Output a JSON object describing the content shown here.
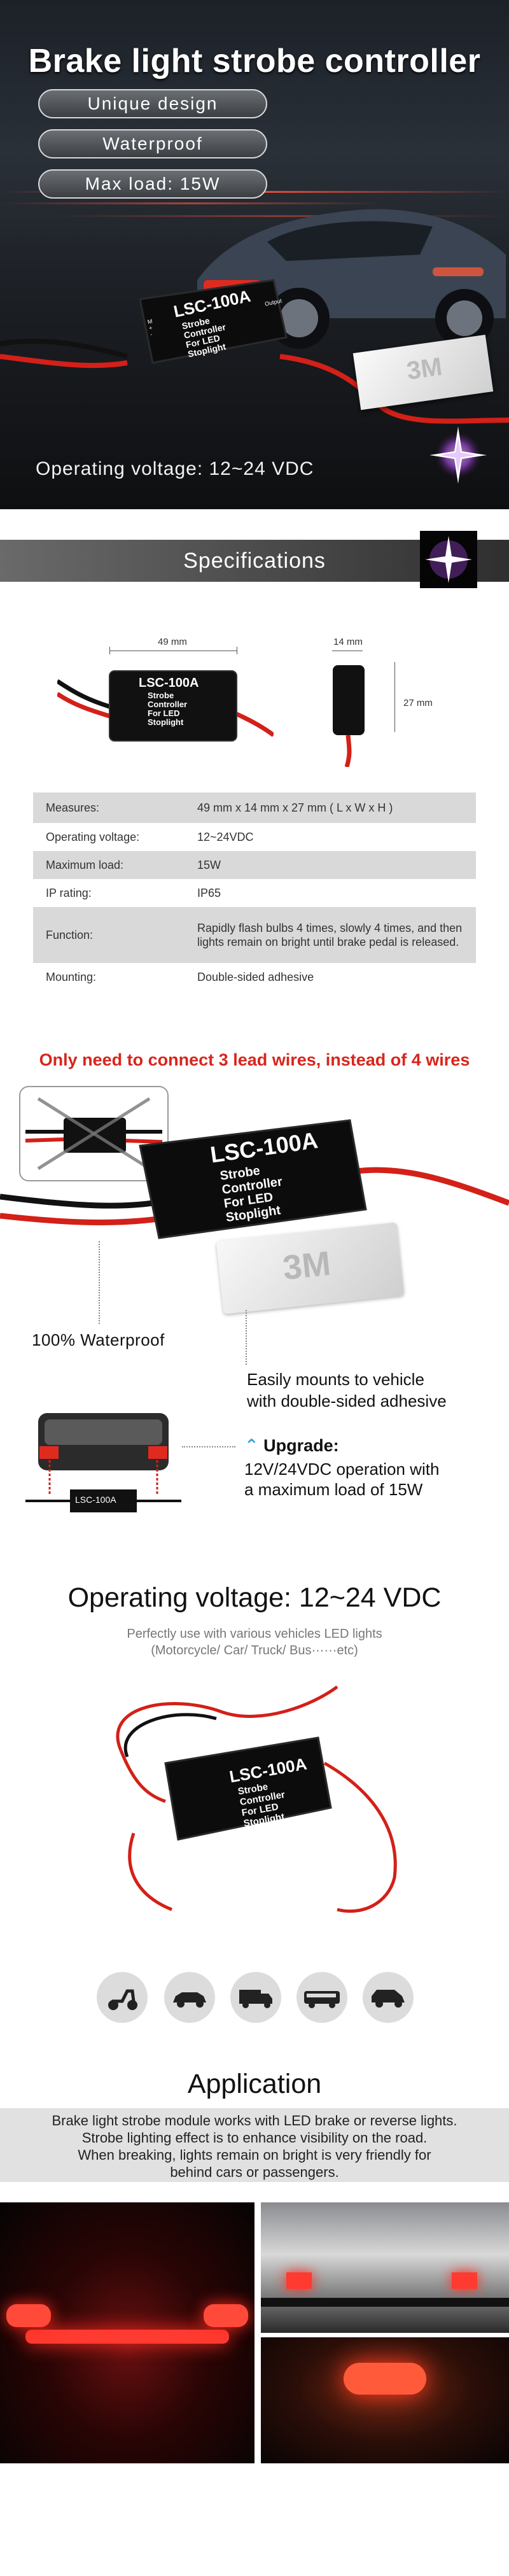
{
  "hero": {
    "title": "Brake light strobe controller",
    "features": [
      "Unique design",
      "Waterproof",
      "Max load: 15W"
    ],
    "voltage": "Operating voltage: 12~24 VDC",
    "module_model": "LSC-100A",
    "module_lines": [
      "Strobe",
      "Controller",
      "For LED",
      "Stoplight"
    ],
    "module_side_text": [
      "M",
      "+",
      "-"
    ],
    "module_right_text": [
      "Output"
    ],
    "sticker_text": "3M"
  },
  "specs": {
    "heading": "Specifications",
    "dim_width": "49 mm",
    "dim_depth": "14 mm",
    "dim_height": "27 mm",
    "rows": [
      {
        "label": "Measures:",
        "value": "49 mm x 14 mm x 27 mm ( L x W x H )"
      },
      {
        "label": "Operating voltage:",
        "value": "12~24VDC"
      },
      {
        "label": "Maximum load:",
        "value": "15W"
      },
      {
        "label": "IP rating:",
        "value": "IP65"
      },
      {
        "label": "Function:",
        "value": "Rapidly flash bulbs 4 times, slowly 4 times, and then lights remain on bright until brake pedal is released."
      },
      {
        "label": "Mounting:",
        "value": "Double-sided adhesive"
      }
    ]
  },
  "wires": {
    "headline": "Only need to connect 3 lead wires, instead of 4 wires",
    "waterproof": "100% Waterproof",
    "mount_line1": "Easily mounts to vehicle",
    "mount_line2": "with double-sided adhesive",
    "upgrade_title": "Upgrade:",
    "upgrade_line1": "12V/24VDC operation with",
    "upgrade_line2": "a maximum load of 15W",
    "truck_label": "LSC-100A"
  },
  "voltage_section": {
    "heading": "Operating voltage: 12~24 VDC",
    "sub1": "Perfectly use with various vehicles LED lights",
    "sub2": "(Motorcycle/ Car/ Truck/ Bus······etc)",
    "vehicles": [
      "scooter-icon",
      "car-icon",
      "truck-icon",
      "bus-icon",
      "suv-icon"
    ]
  },
  "application": {
    "heading": "Application",
    "lines": [
      "Brake light strobe module works with LED brake or reverse lights.",
      "Strobe lighting effect is to enhance visibility on the road.",
      "When breaking, lights remain on bright is very friendly for",
      "behind cars or passengers."
    ]
  },
  "colors": {
    "accent_red": "#d8251c",
    "dark": "#1b1e23",
    "row_gray": "#d9d9d9"
  }
}
